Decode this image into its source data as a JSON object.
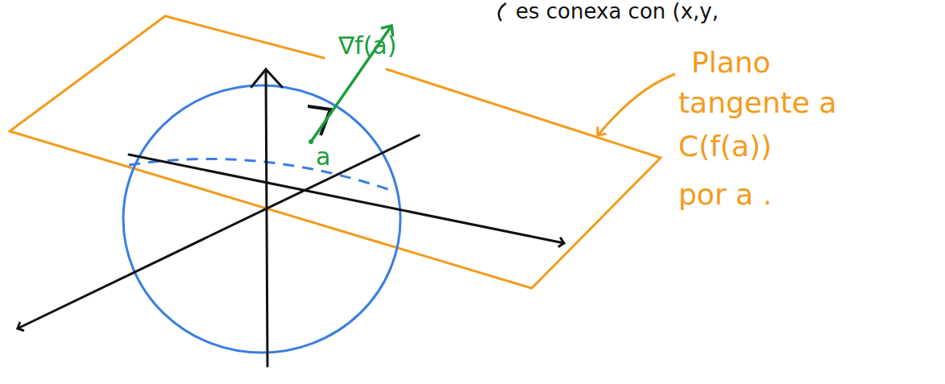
{
  "diagram": {
    "labels": [
      "es conexa con (x,y,",
      "∇f(a)",
      "a",
      "Plano",
      "tangente a",
      "C(f(a))",
      "por a ."
    ]
  }
}
